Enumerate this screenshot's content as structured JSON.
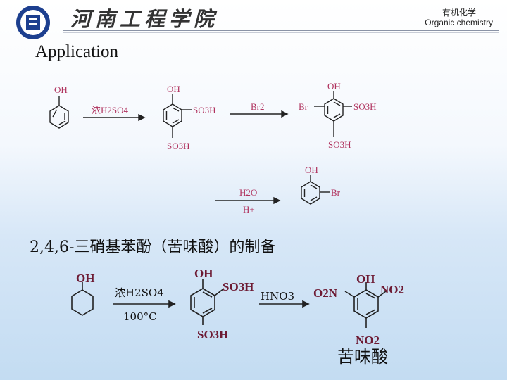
{
  "header": {
    "school_name": "河南工程学院",
    "course_cn": "有机化学",
    "course_en": "Organic chemistry"
  },
  "slide": {
    "title": "Application",
    "subtitle": "2,4,6-三硝基苯酚（苦味酸）的制备"
  },
  "scheme1": {
    "reagent1": "浓H2SO4",
    "reagent2": "Br2",
    "reagent3_top": "H2O",
    "reagent3_bottom": "H+",
    "oh": "OH",
    "so3h": "SO3H",
    "br": "Br"
  },
  "scheme2": {
    "reagent1": "浓H2SO4",
    "condition1": "100°C",
    "reagent2": "HNO3",
    "oh": "OH",
    "so3h": "SO3H",
    "no2": "NO2",
    "o2n": "O2N",
    "product_name": "苦味酸"
  },
  "colors": {
    "scheme1_ink": "#b0325e",
    "scheme2_ink": "#6d1a33",
    "bond": "#222222"
  }
}
